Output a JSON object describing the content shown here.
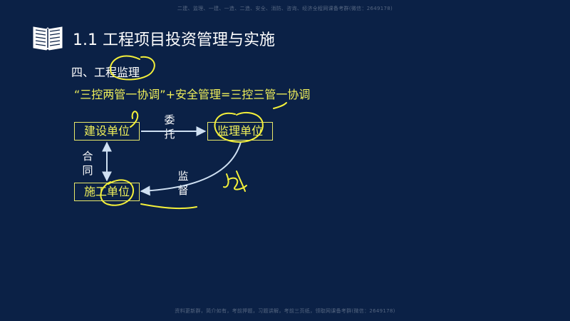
{
  "watermarks": {
    "top": "二建、监理、一建、一造、二造、安全、消防、咨询、经济全程网课备考群(微信：2649178)",
    "bottom": "资料更新群，简介如有，考前押题，习题讲解，考前三页纸，领取网课备考群(微信：2649178)"
  },
  "slide": {
    "title": "1.1  工程项目投资管理与实施",
    "section_heading": "四、工程监理",
    "formula": "“三控两管一协调”+安全管理=三控三管一协调"
  },
  "diagram": {
    "owner_box": "建设单位",
    "supervisor_box": "监理单位",
    "contractor_box": "施工单位",
    "entrust_label": "委托",
    "contract_label": "合同",
    "monitor_label": "监督"
  },
  "colors": {
    "background": "#0b2146",
    "title_text": "#ffffff",
    "highlight_text": "#f0f05a",
    "arrow": "#cfe0f2",
    "annotation_ink": "#f4f03a"
  },
  "icons": [
    "book-icon"
  ]
}
